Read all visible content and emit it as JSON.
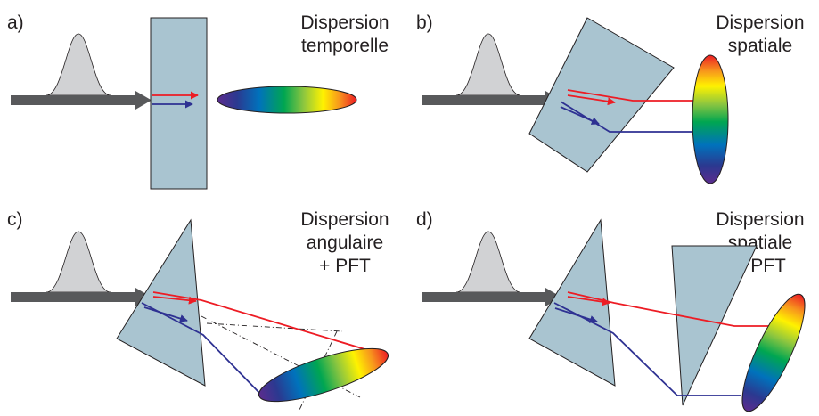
{
  "colors": {
    "glass": "#a9c4d0",
    "glass_stroke": "#231f20",
    "beam": "#58595b",
    "pulse_fill": "#d1d2d4",
    "red_ray": "#ed1c24",
    "blue_ray": "#2e3192"
  },
  "spectrum": [
    "#5b2c8e",
    "#2b3990",
    "#0072bc",
    "#00a651",
    "#8dc63f",
    "#fff200",
    "#f7941d",
    "#ed1c24"
  ],
  "panels": [
    {
      "id": "a",
      "label": "a)",
      "title": [
        "Dispersion",
        "temporelle"
      ]
    },
    {
      "id": "b",
      "label": "b)",
      "title": [
        "Dispersion",
        "spatiale"
      ]
    },
    {
      "id": "c",
      "label": "c)",
      "title": [
        "Dispersion",
        "angulaire",
        "+ PFT"
      ]
    },
    {
      "id": "d",
      "label": "d)",
      "title": [
        "Dispersion",
        "spatiale",
        "+ PFT"
      ]
    }
  ]
}
